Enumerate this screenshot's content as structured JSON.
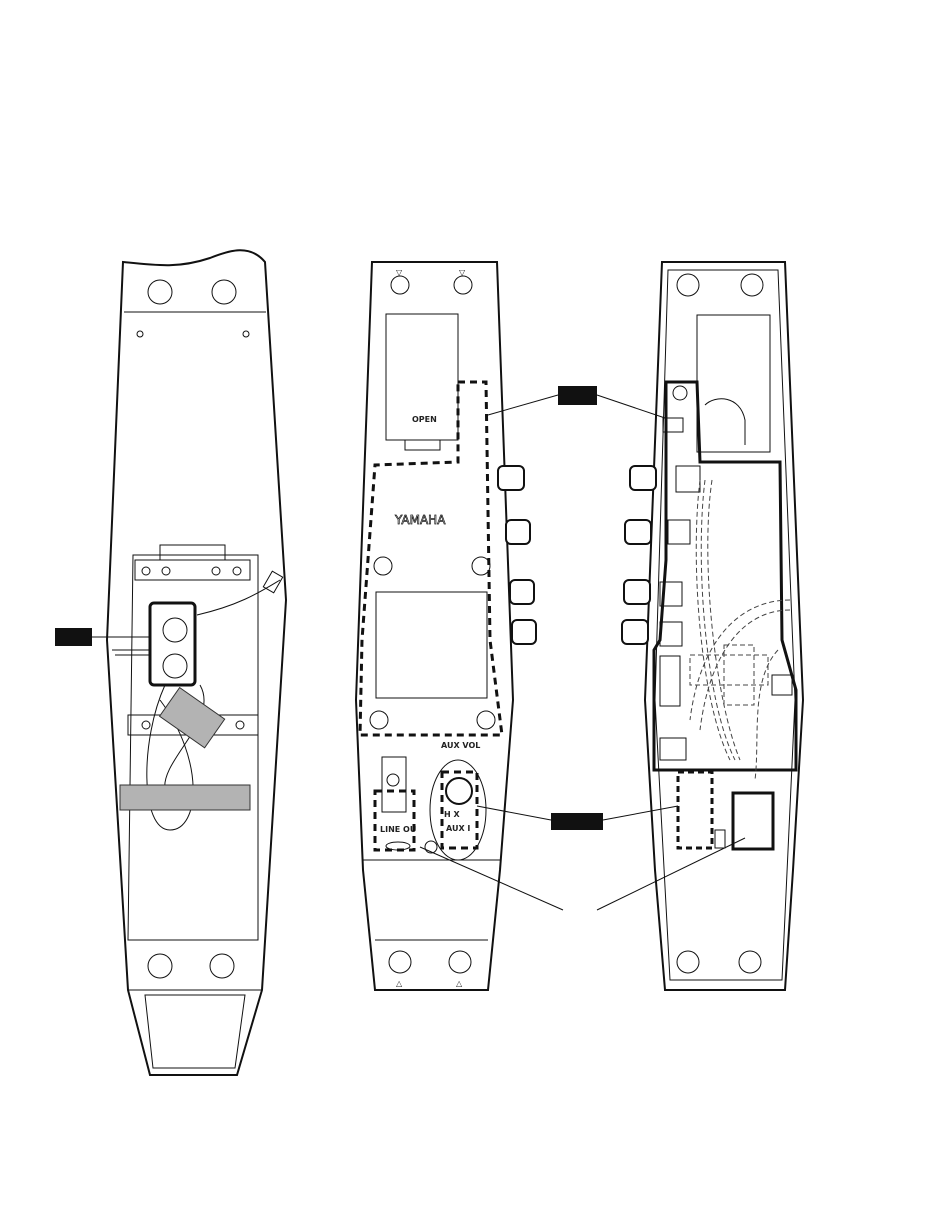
{
  "labels": {
    "open": "OPEN",
    "brand": "YAMAHA",
    "aux_vol": "AUX VOL",
    "line_out": "LINE OU",
    "mix": "H    X",
    "aux_in": "AUX I"
  },
  "colors": {
    "line": "#111111",
    "label_box": "#111111",
    "tape": "#b3b3b3"
  }
}
